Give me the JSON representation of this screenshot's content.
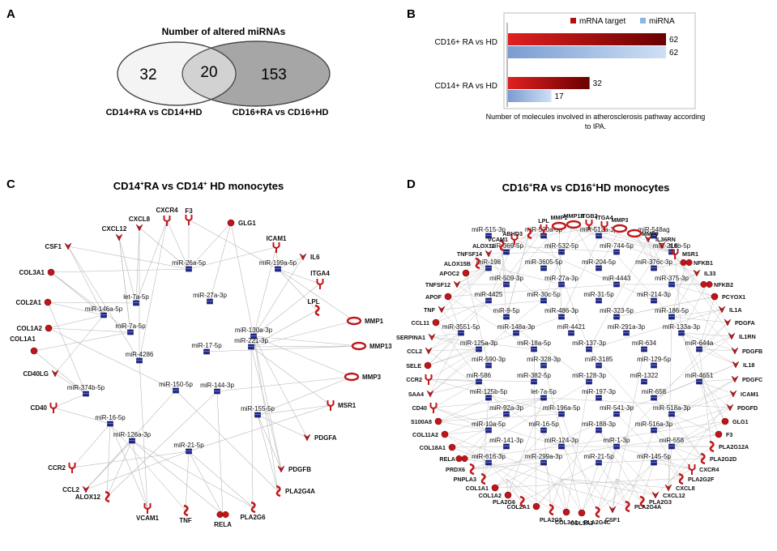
{
  "panels": {
    "a": "A",
    "b": "B",
    "c": "C",
    "d": "D"
  },
  "venn": {
    "title": "Number of altered miRNAs",
    "left_only": "32",
    "overlap": "20",
    "right_only": "153",
    "left_label": "CD14+RA vs CD14+HD",
    "right_label": "CD16+RA vs CD16+HD",
    "left_color": "#f4f4f4",
    "right_color": "#a6a6a6",
    "overlap_color": "#d2d2d2"
  },
  "bar_colors": {
    "mrna_target": "#b01010",
    "mirna": "#8db4e2"
  },
  "chart_data": {
    "type": "bar",
    "orientation": "horizontal",
    "categories": [
      "CD16+ RA vs HD",
      "CD14+ RA vs HD"
    ],
    "series": [
      {
        "name": "mRNA target",
        "values": [
          62,
          32
        ]
      },
      {
        "name": "miRNA",
        "values": [
          62,
          17
        ]
      }
    ],
    "xlabel": "Number of molecules involved in atherosclerosis pathway according to IPA.",
    "legend": "top",
    "grid": false
  },
  "networkC": {
    "title_parts": [
      "CD14",
      "+",
      "RA  vs CD14",
      "+",
      " HD monocytes"
    ],
    "mirnas": [
      "miR-26a-5p",
      "miR-199a-5p",
      "let-7a-5p",
      "miR-27a-3p",
      "miR-146a-5p",
      "miR-7a-5p",
      "miR-130a-3p",
      "miR-4286",
      "miR-17-5p",
      "miR-221-3p",
      "miR-374b-5p",
      "miR-150-5p",
      "miR-144-3p",
      "miR-16-5p",
      "miR-155-5p",
      "miR-126a-3p",
      "miR-21-5p"
    ],
    "genes": [
      "F3",
      "CXCR4",
      "CXCL8",
      "GLG1",
      "CXCL12",
      "ICAM1",
      "CSF1",
      "IL6",
      "ITGA4",
      "COL3A1",
      "LPL",
      "COL2A1",
      "COL1A2",
      "MMP1",
      "COL1A1",
      "MMP13",
      "CD40LG",
      "MMP3",
      "CD40",
      "MSR1",
      "PDGFA",
      "CCR2",
      "PDGFB",
      "CCL2",
      "ALOX12",
      "PLA2G4A",
      "PLA2G6",
      "VCAM1",
      "TNF",
      "RELA"
    ]
  },
  "networkD": {
    "title_parts": [
      "CD16",
      "+",
      "RA  vs CD16",
      "+",
      "HD  monocytes"
    ],
    "mirnas": [
      "miR-515-3p",
      "miR-520a-5p",
      "miR-513a-3p",
      "miR-548ag",
      "miR-369-5p",
      "miR-532-5p",
      "miR-744-5p",
      "miR-216b-5p",
      "miR-198",
      "miR-3605-5p",
      "miR-204-5p",
      "miR-376c-3p",
      "miR-509-3p",
      "miR-27a-3p",
      "miR-4443",
      "miR-375-3p",
      "miR-4425",
      "miR-30c-5p",
      "miR-31-5p",
      "miR-214-3p",
      "miR-9-5p",
      "miR-486-3p",
      "miR-323-5p",
      "miR-186-5p",
      "miR-3551-5p",
      "miR-148a-3p",
      "miR-4421",
      "miR-291a-3p",
      "miR-133a-3p",
      "miR-125a-3p",
      "miR-18a-5p",
      "miR-137-3p",
      "miR-634",
      "miR-644a",
      "miR-590-3p",
      "miR-328-3p",
      "miR-3185",
      "miR-129-5p",
      "miR-586",
      "miR-382-5p",
      "miR-128-3p",
      "miR-1322",
      "miR-4651",
      "miR-125b-5p",
      "let-7a-5p",
      "miR-197-3p",
      "miR-658",
      "miR-92a-3p",
      "miR-196a-5p",
      "miR-541-3p",
      "miR-518a-3p",
      "miR-10a-5p",
      "miR-16-5p",
      "miR-188-3p",
      "miR-516a-3p",
      "miR-141-3p",
      "miR-124-3p",
      "miR-1-3p",
      "miR-558",
      "miR-616-3p",
      "miR-299a-3p",
      "miR-21-5p",
      "miR-145-5p"
    ],
    "genes": [
      "LPL",
      "MMP1",
      "MMP13",
      "ITGB2",
      "ITGA4",
      "MMP3",
      "MMP9",
      "IL36RN",
      "IL6",
      "MSR1",
      "NFKB1",
      "IL33",
      "NFKB2",
      "PCYOX1",
      "IL1A",
      "PDGFA",
      "IL1RN",
      "PDGFB",
      "IL18",
      "PDGFC",
      "ICAM1",
      "PDGFD",
      "GLG1",
      "F3",
      "PLA2G12A",
      "PLA2G2D",
      "CXCR4",
      "PLA2G2F",
      "CXCL8",
      "CXCL12",
      "PLA2G3",
      "PLA2G4A",
      "CSF1",
      "PLA2G4C",
      "COL5A3",
      "COL3A1",
      "PLA2G5",
      "COL2A1",
      "PLA2G6",
      "COL1A2",
      "COL1A1",
      "PNPLA3",
      "PRDX6",
      "RELA",
      "COL18A1",
      "COL11A2",
      "S100A8",
      "CD40",
      "SAA4",
      "CCR2",
      "SELE",
      "CCL2",
      "SERPINA1",
      "CCL11",
      "TNF",
      "APOF",
      "TNFSF12",
      "APOC2",
      "ALOX15B",
      "TNFSF14",
      "ALOX12",
      "VCAM1",
      "ABHD3"
    ]
  }
}
